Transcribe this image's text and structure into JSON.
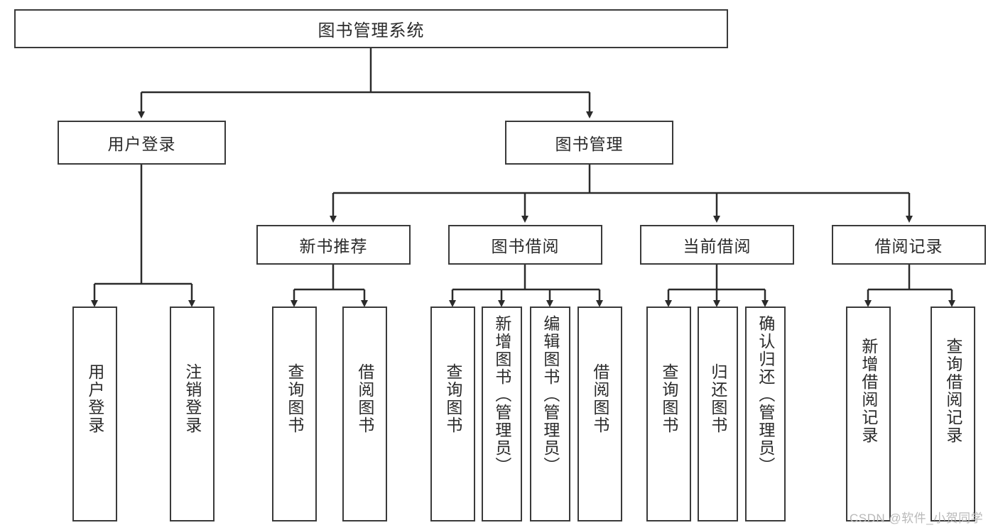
{
  "diagram": {
    "title": "图书管理系统",
    "type": "tree-hierarchy-chart",
    "orientation": "top-down",
    "colors": {
      "box_border": "#3a3a3a",
      "box_fill": "#ffffff",
      "edge": "#2b2b2b",
      "text": "#2b2b2b",
      "watermark": "#b9b9b9"
    },
    "root": {
      "label": "图书管理系统"
    },
    "level2": [
      {
        "label": "用户登录"
      },
      {
        "label": "图书管理"
      }
    ],
    "level3": [
      {
        "label": "新书推荐"
      },
      {
        "label": "图书借阅"
      },
      {
        "label": "当前借阅"
      },
      {
        "label": "借阅记录"
      }
    ],
    "leaves": {
      "user_login": [
        {
          "label": "用户登录"
        },
        {
          "label": "注销登录"
        }
      ],
      "new_book_recommend": [
        {
          "label": "查询图书"
        },
        {
          "label": "借阅图书"
        }
      ],
      "book_borrow": [
        {
          "label": "查询图书"
        },
        {
          "label": "新增图书（管理员）"
        },
        {
          "label": "编辑图书（管理员）"
        },
        {
          "label": "借阅图书"
        }
      ],
      "current_borrow": [
        {
          "label": "查询图书"
        },
        {
          "label": "归还图书"
        },
        {
          "label": "确认归还（管理员）"
        }
      ],
      "borrow_record": [
        {
          "label": "新增借阅记录"
        },
        {
          "label": "查询借阅记录"
        }
      ]
    }
  },
  "watermark": {
    "text": "CSDN @软件_小贺同学"
  }
}
